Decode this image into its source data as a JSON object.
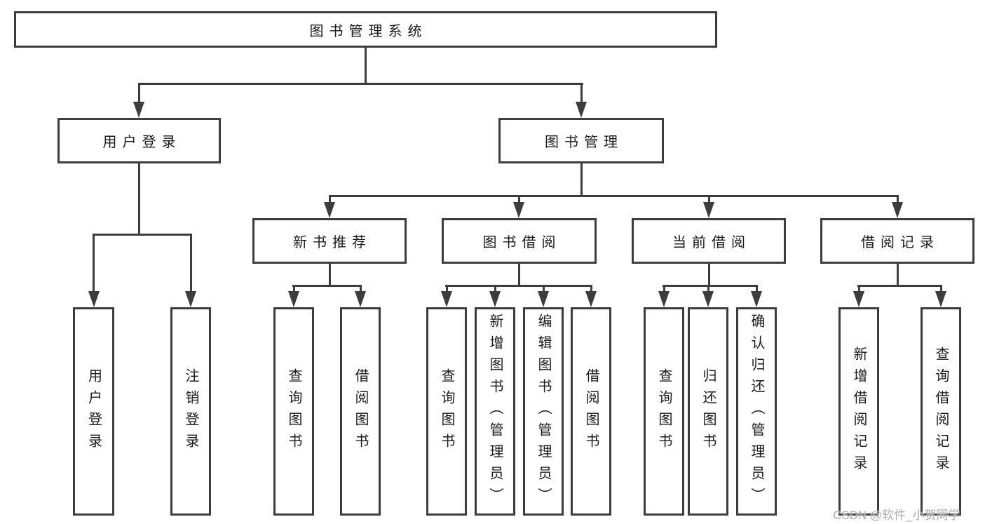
{
  "nodes": {
    "root": "图书管理系统",
    "user_login": "用户登录",
    "book_management": "图书管理",
    "new_book_recommend": "新书推荐",
    "book_borrowing": "图书借阅",
    "current_borrowing": "当前借阅",
    "borrowing_records": "借阅记录",
    "ul_login": "用户登录",
    "ul_logout": "注销登录",
    "nb_query_books": "查询图书",
    "nb_borrow_books": "借阅图书",
    "bb_query_books": "查询图书",
    "bb_add_books_admin": "新增图书（管理员）",
    "bb_edit_books_admin": "编辑图书（管理员）",
    "bb_borrow_books": "借阅图书",
    "cb_query_books": "查询图书",
    "cb_return_books": "归还图书",
    "cb_confirm_return_admin": "确认归还（管理员）",
    "br_add_record": "新增借阅记录",
    "br_query_record": "查询借阅记录"
  },
  "watermark": "CSDN @软件_小贺同学",
  "colors": {
    "line": "#3d3d3d",
    "text": "#1a1a1a",
    "box_background": "#ffffff",
    "page_background": "#ffffff",
    "watermark": "#a9adb3"
  }
}
